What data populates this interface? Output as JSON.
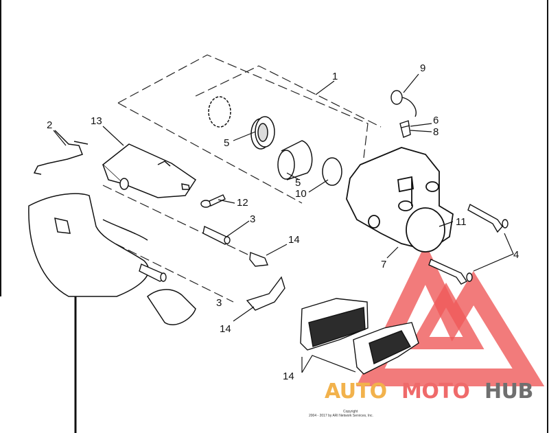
{
  "callouts": {
    "c1": "1",
    "c2": "2",
    "c3a": "3",
    "c3b": "3",
    "c4": "4",
    "c5a": "5",
    "c5b": "5",
    "c6": "6",
    "c7": "7",
    "c8": "8",
    "c9": "9",
    "c10": "10",
    "c11": "11",
    "c12": "12",
    "c13": "13",
    "c14a": "14",
    "c14b": "14",
    "c14c": "14"
  },
  "copyright": {
    "line1": "Copyright",
    "line2": "2004 - 2017 by ARI Network Services, Inc."
  },
  "watermark": {
    "part1": "AUTO",
    "part2": "MOTO",
    "part3": "HUB",
    "colors": {
      "auto": "#f2b24c",
      "moto": "#ef6a6a",
      "hub": "#6f6f6f",
      "logo": "#ef5a5a"
    }
  }
}
